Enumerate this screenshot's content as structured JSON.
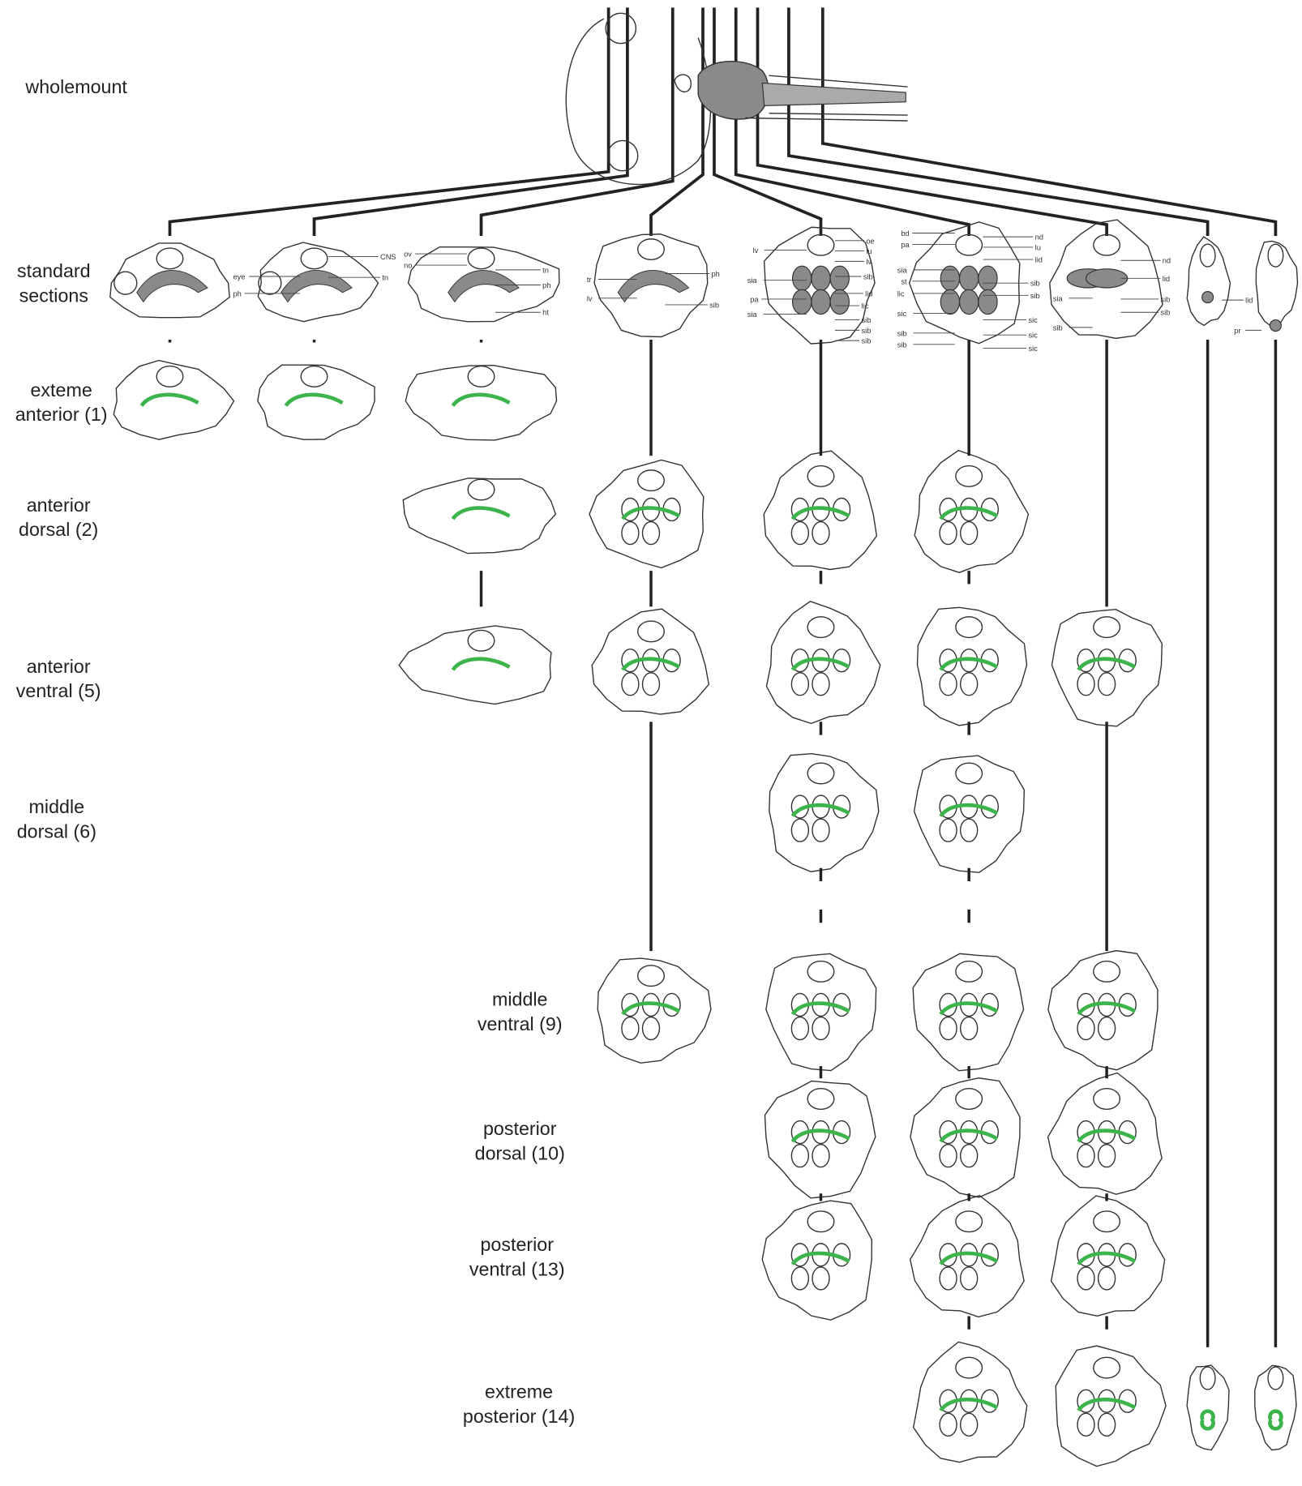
{
  "colors": {
    "highlight": "#3cb44b",
    "tissue_gray": "#8a8a8a",
    "line": "#222222"
  },
  "wholemount_label": "wholemount",
  "row_labels": [
    [
      "standard",
      "sections"
    ],
    [
      "exteme",
      "anterior (1)"
    ],
    [
      "anterior",
      "dorsal (2)"
    ],
    [
      "anterior",
      "ventral (5)"
    ],
    [
      "middle",
      "dorsal (6)"
    ],
    [
      "middle",
      "ventral (9)"
    ],
    [
      "posterior",
      "dorsal (10)"
    ],
    [
      "posterior",
      "ventral (13)"
    ],
    [
      "extreme",
      "posterior (14)"
    ]
  ],
  "section_labels": [
    [],
    [
      "CNS",
      "eye",
      "ph",
      "tn"
    ],
    [
      "ov",
      "no",
      "tn",
      "ph",
      "ht"
    ],
    [
      "tr",
      "lv",
      "ph",
      "sib"
    ],
    [
      "lv",
      "sia",
      "pa",
      "sia",
      "oe",
      "lu",
      "lv",
      "sib",
      "lid",
      "lic",
      "sib",
      "sib",
      "sib"
    ],
    [
      "bd",
      "pa",
      "sia",
      "st",
      "lic",
      "sic",
      "sib",
      "sib",
      "nd",
      "lu",
      "lid",
      "sib",
      "sib",
      "sic",
      "sic",
      "sic"
    ],
    [
      "nd",
      "lid",
      "sib",
      "sib",
      "sia",
      "sib"
    ],
    [
      "lid"
    ],
    [
      "pr"
    ]
  ]
}
